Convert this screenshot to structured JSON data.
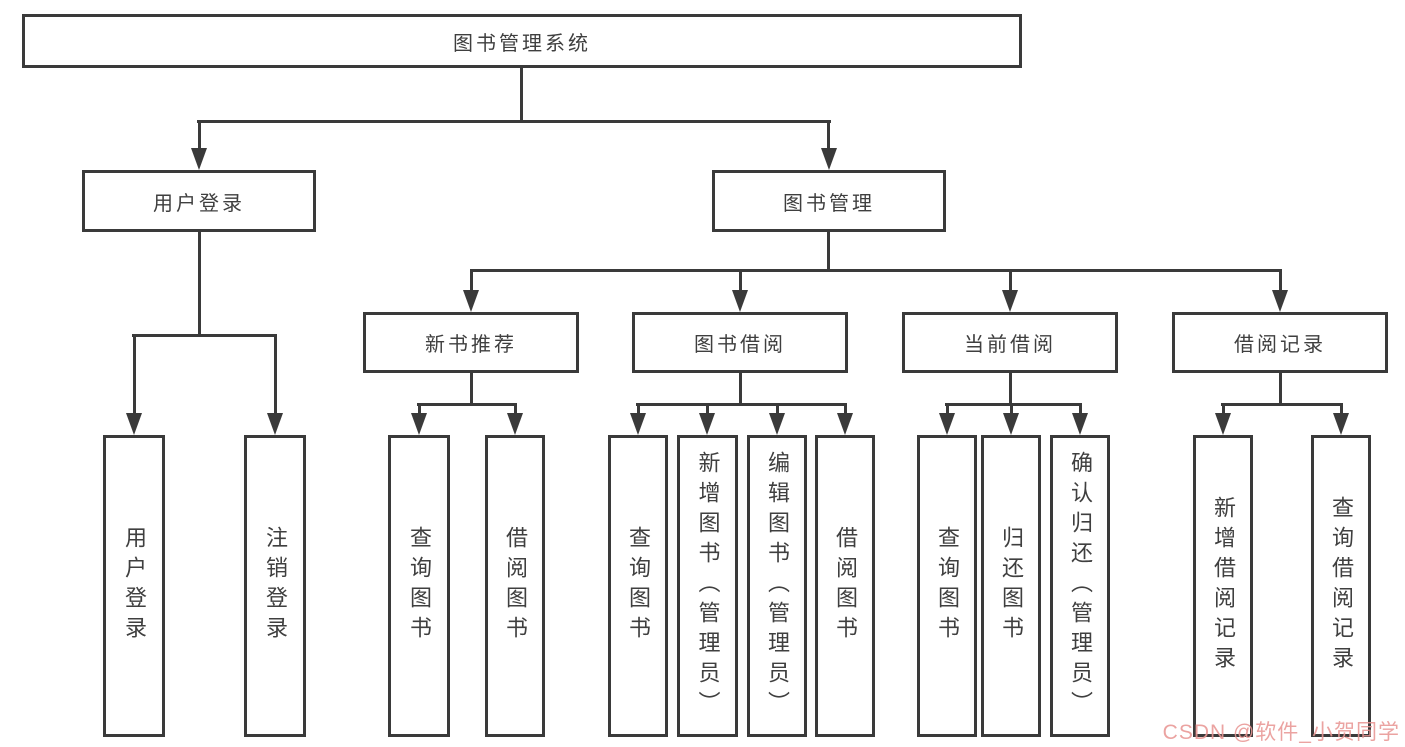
{
  "nodes": {
    "root": "图书管理系统",
    "user_login": "用户登录",
    "book_mgmt": "图书管理",
    "new_book_rec": "新书推荐",
    "book_borrow": "图书借阅",
    "current_borrow": "当前借阅",
    "borrow_records": "借阅记录",
    "ul_user_login": "用户登录",
    "ul_logout": "注销登录",
    "nb_query_book": "查询图书",
    "nb_borrow_book": "借阅图书",
    "bb_query_book": "查询图书",
    "bb_add_book": "新增图书（管理员）",
    "bb_edit_book": "编辑图书（管理员）",
    "bb_borrow_book": "借阅图书",
    "cb_query_book": "查询图书",
    "cb_return_book": "归还图书",
    "cb_confirm_return": "确认归还（管理员）",
    "br_add_record": "新增借阅记录",
    "br_query_record": "查询借阅记录"
  },
  "watermark": "CSDN @软件_小贺同学",
  "colors": {
    "line": "#3a3a3a",
    "text": "#3f3f3f",
    "background": "#ffffff",
    "watermark": "#e89694"
  }
}
